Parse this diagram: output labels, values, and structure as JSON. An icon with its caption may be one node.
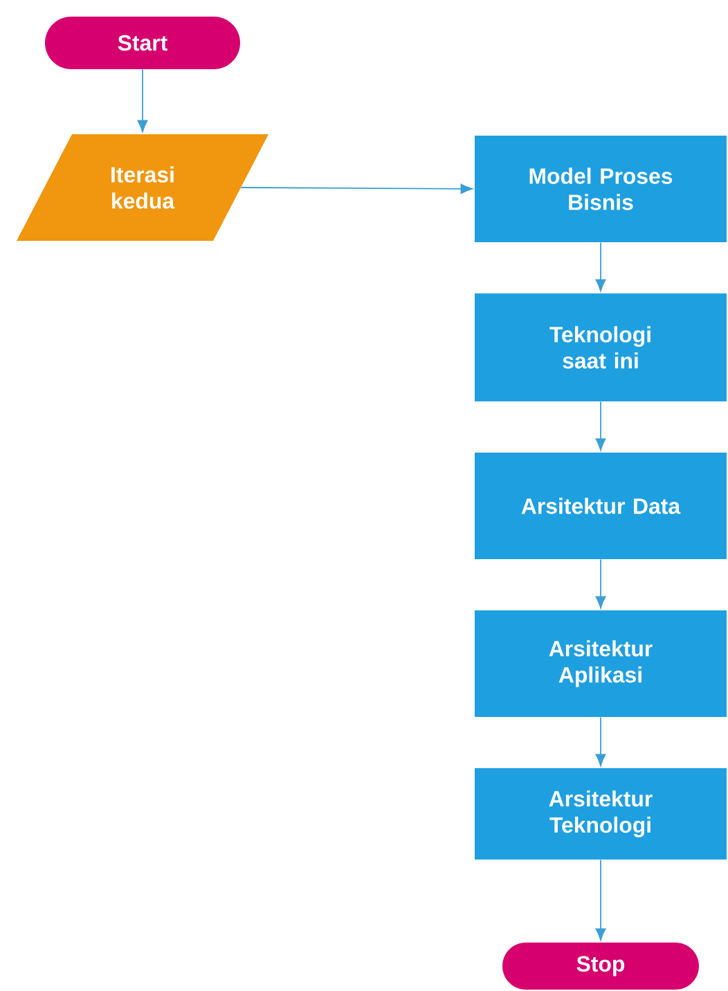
{
  "diagram": {
    "nodes": [
      {
        "text": [
          "Start"
        ]
      },
      {
        "text": [
          "Iterasi kedua"
        ]
      },
      {
        "text": [
          "Model Proses Bisnis"
        ]
      },
      {
        "text": [
          "Teknologi saat ini"
        ]
      },
      {
        "text": [
          "Arsitektur Data"
        ]
      },
      {
        "text": [
          "Arsitektur Aplikasi"
        ]
      },
      {
        "text": [
          "Arsitektur Teknologi"
        ]
      },
      {
        "text": [
          "Stop"
        ]
      }
    ],
    "edges": [
      {
        "from": 0,
        "to": 1,
        "arrow": "to"
      },
      {
        "from": 1,
        "to": 2,
        "arrow": "to"
      },
      {
        "from": 2,
        "to": 3,
        "arrow": "to"
      },
      {
        "from": 3,
        "to": 4,
        "arrow": "to"
      },
      {
        "from": 4,
        "to": 5,
        "arrow": "to"
      },
      {
        "from": 5,
        "to": 6,
        "arrow": "to"
      },
      {
        "from": 6,
        "to": 7,
        "arrow": "to"
      }
    ]
  }
}
